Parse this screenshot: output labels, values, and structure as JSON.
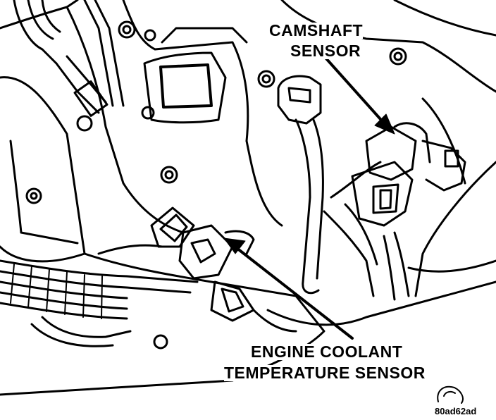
{
  "labels": {
    "camshaft_line1": "CAMSHAFT",
    "camshaft_line2": "SENSOR",
    "ect_line1": "ENGINE COOLANT",
    "ect_line2": "TEMPERATURE SENSOR"
  },
  "figure_code": "80ad62ad",
  "colors": {
    "ink": "#000000",
    "paper": "#ffffff"
  }
}
